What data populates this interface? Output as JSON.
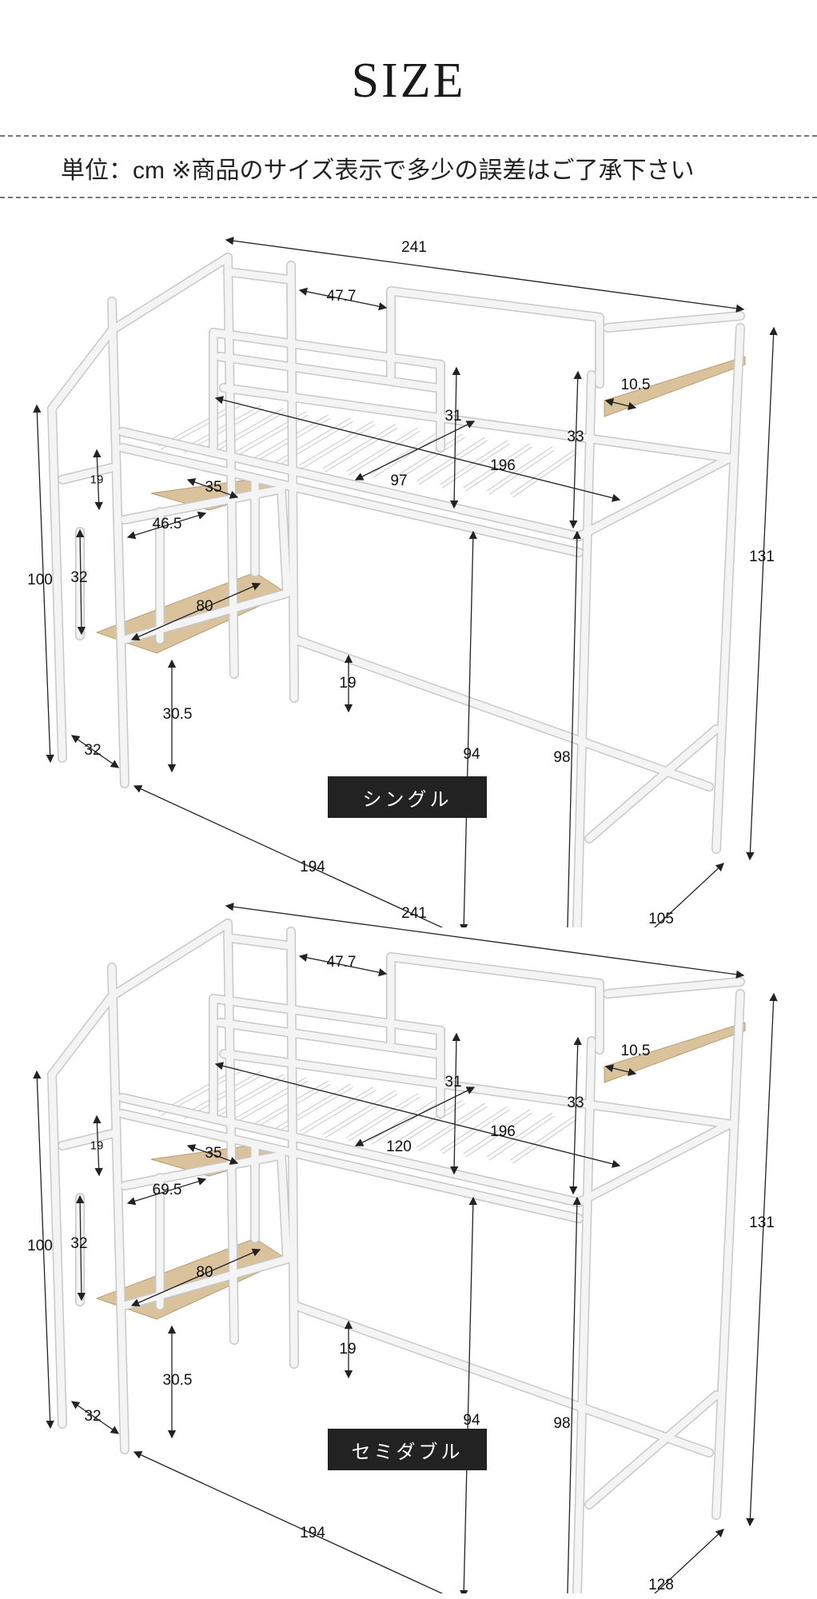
{
  "header": {
    "title": "SIZE",
    "unit_note": "単位：cm ※商品のサイズ表示で多少の誤差はご了承下さい"
  },
  "beds": [
    {
      "variant_label": "シングル",
      "dims": {
        "total_length": "241",
        "guard_gap": "47.7",
        "shelf_depth": "10.5",
        "guard_height": "31",
        "frame_height": "33",
        "mattress_length": "196",
        "mattress_width": "97",
        "step_gap": "19",
        "step_width": "35",
        "desk_width": "46.5",
        "stair_height": "100",
        "shelf_gap": "32",
        "desk_length": "80",
        "bottom_clearance": "19",
        "shelf_floor": "30.5",
        "stair_depth": "32",
        "under_height": "94",
        "bed_height": "98",
        "total_height": "131",
        "frame_length": "194",
        "frame_width": "105"
      }
    },
    {
      "variant_label": "セミダブル",
      "dims": {
        "total_length": "241",
        "guard_gap": "47.7",
        "shelf_depth": "10.5",
        "guard_height": "31",
        "frame_height": "33",
        "mattress_length": "196",
        "mattress_width": "120",
        "step_gap": "19",
        "step_width": "35",
        "desk_width": "69.5",
        "stair_height": "100",
        "shelf_gap": "32",
        "desk_length": "80",
        "bottom_clearance": "19",
        "shelf_floor": "30.5",
        "stair_depth": "32",
        "under_height": "94",
        "bed_height": "98",
        "total_height": "131",
        "frame_length": "194",
        "frame_width": "128"
      }
    }
  ],
  "colors": {
    "frame": "#f4f4f4",
    "frame_edge": "#c8c8c8",
    "wood": "#d9c29c",
    "label_bg": "#222222"
  }
}
